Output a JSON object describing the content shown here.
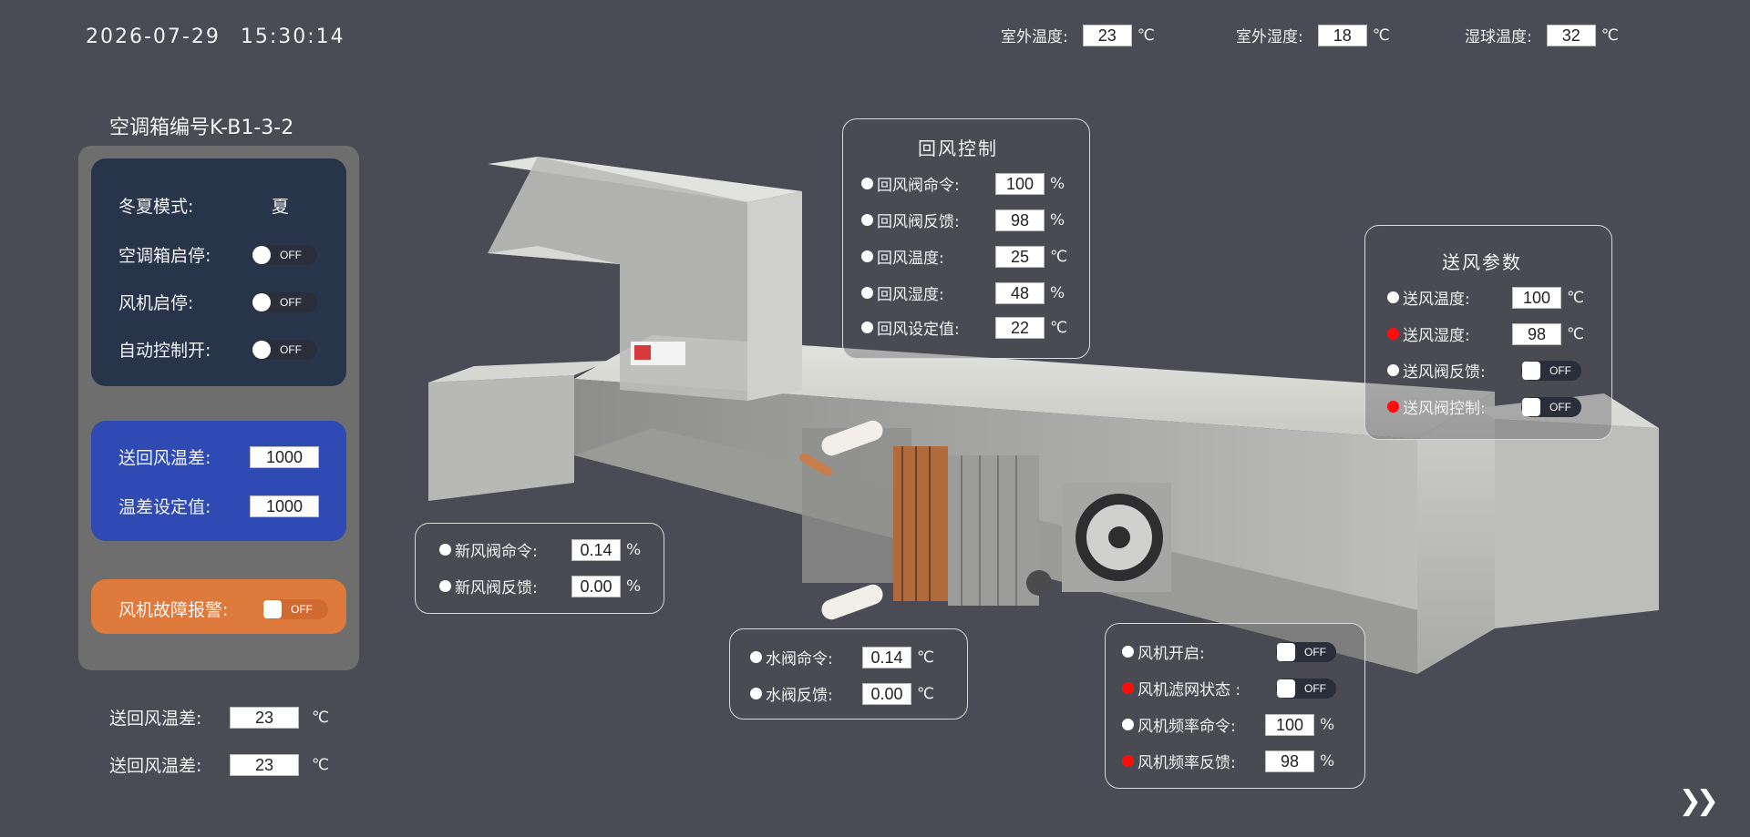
{
  "header": {
    "date": "2026-07-29",
    "time": "15:30:14",
    "outdoor_temp": {
      "label": "室外温度:",
      "value": "23",
      "unit": "℃"
    },
    "outdoor_humidity": {
      "label": "室外湿度:",
      "value": "18",
      "unit": "℃"
    },
    "wet_bulb": {
      "label": "湿球温度:",
      "value": "32",
      "unit": "℃"
    }
  },
  "left_panel": {
    "title": "空调箱编号K-B1-3-2",
    "mode": {
      "label": "冬夏模式:",
      "value": "夏"
    },
    "ahu_start": {
      "label": "空调箱启停:",
      "state": "OFF"
    },
    "fan_start": {
      "label": "风机启停:",
      "state": "OFF"
    },
    "auto_control": {
      "label": "自动控制开:",
      "state": "OFF"
    },
    "supply_return_diff": {
      "label": "送回风温差:",
      "value": "1000"
    },
    "diff_setpoint": {
      "label": "温差设定值:",
      "value": "1000"
    },
    "fan_fault": {
      "label": "风机故障报警:",
      "state": "OFF"
    }
  },
  "bottom": {
    "row1": {
      "label": "送回风温差:",
      "value": "23",
      "unit": "℃"
    },
    "row2": {
      "label": "送回风温差:",
      "value": "23",
      "unit": "℃"
    }
  },
  "return_air": {
    "title": "回风控制",
    "items": [
      {
        "label": "回风阀命令:",
        "value": "100",
        "unit": "%"
      },
      {
        "label": "回风阀反馈:",
        "value": "98",
        "unit": "%"
      },
      {
        "label": "回风温度:",
        "value": "25",
        "unit": "℃"
      },
      {
        "label": "回风湿度:",
        "value": "48",
        "unit": "%"
      },
      {
        "label": "回风设定值:",
        "value": "22",
        "unit": "℃"
      }
    ]
  },
  "supply_air": {
    "title": "送风参数",
    "temp": {
      "label": "送风温度:",
      "value": "100",
      "unit": "℃"
    },
    "humidity": {
      "label": "送风湿度:",
      "value": "98",
      "unit": "℃"
    },
    "valve_feedback": {
      "label": "送风阀反馈:",
      "state": "OFF"
    },
    "valve_control": {
      "label": "送风阀控制:",
      "state": "OFF"
    }
  },
  "fresh_air": {
    "cmd": {
      "label": "新风阀命令:",
      "value": "0.14",
      "unit": "%"
    },
    "feedback": {
      "label": "新风阀反馈:",
      "value": "0.00",
      "unit": "%"
    }
  },
  "water_valve": {
    "cmd": {
      "label": "水阀命令:",
      "value": "0.14",
      "unit": "℃"
    },
    "feedback": {
      "label": "水阀反馈:",
      "value": "0.00",
      "unit": "℃"
    }
  },
  "fan": {
    "on": {
      "label": "风机开启:",
      "state": "OFF"
    },
    "filter": {
      "label": "风机滤网状态 :",
      "state": "OFF"
    },
    "freq_cmd": {
      "label": "风机频率命令:",
      "value": "100",
      "unit": "%"
    },
    "freq_feedback": {
      "label": "风机频率反馈:",
      "value": "98",
      "unit": "%"
    }
  },
  "colors": {
    "background": "#4a4b54",
    "mode_card": "#27344a",
    "diff_card": "#2f4bb3",
    "alarm_card": "#de7b3c",
    "alarm_dot": "#ff0d0d"
  },
  "icons": {
    "next": "double-chevron-right-icon"
  }
}
